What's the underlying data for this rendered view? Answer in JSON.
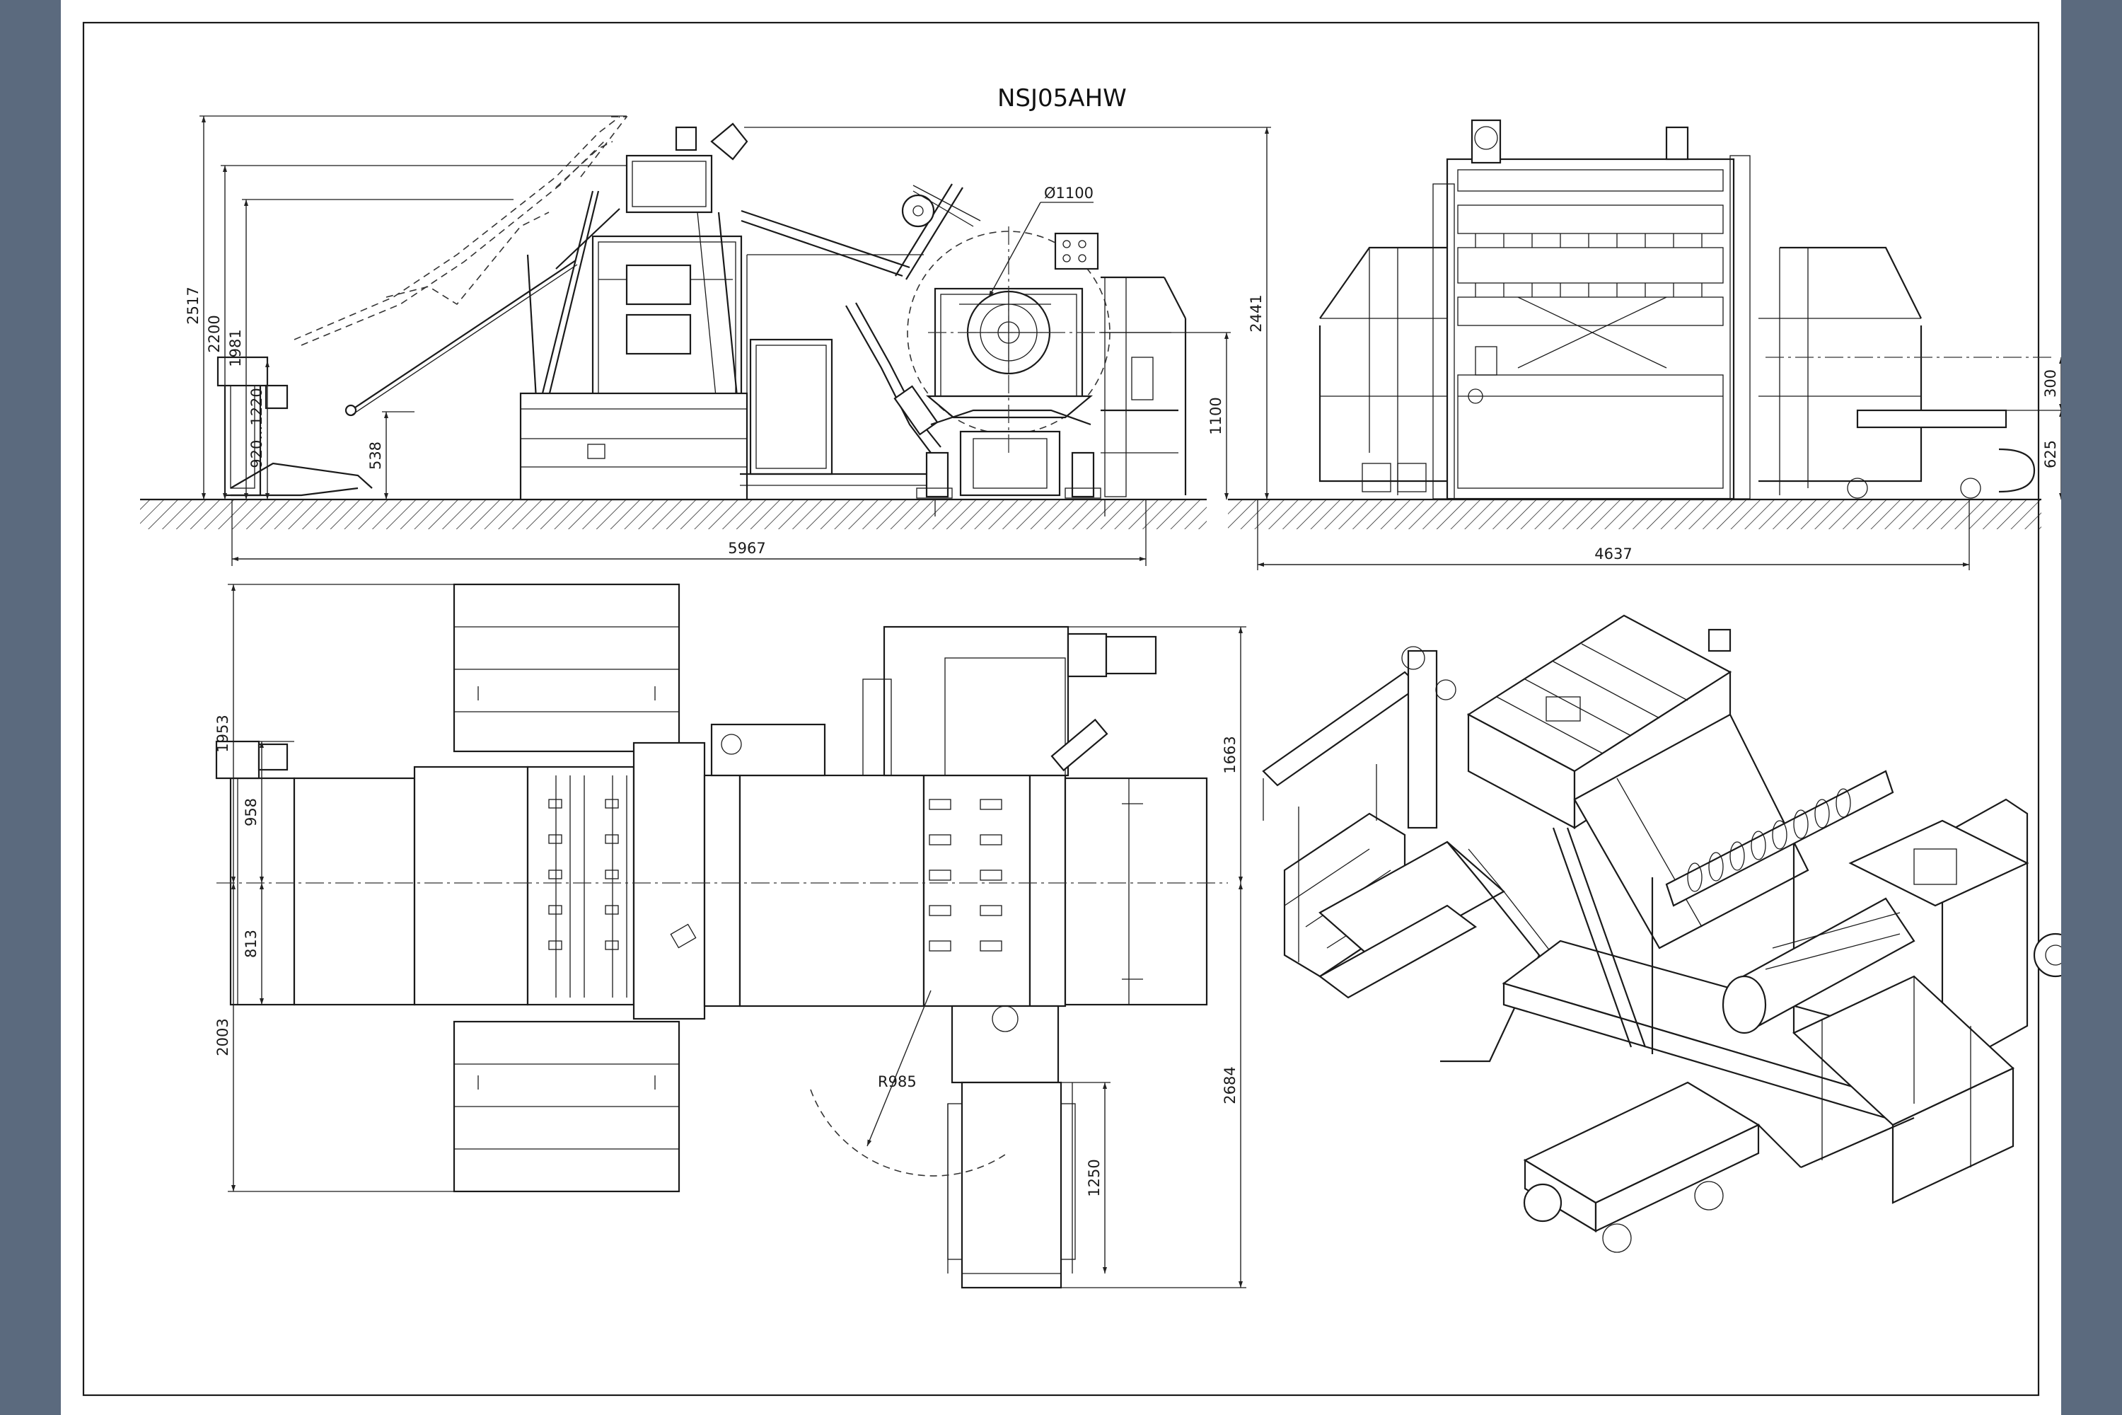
{
  "title": "NSJ05AHW",
  "colors": {
    "background": "#5b6a7e",
    "sheet": "#ffffff",
    "line": "#1a1a1a"
  },
  "dimensions": {
    "side_height_total": "2517",
    "side_height_2": "2200",
    "side_height_3": "1981",
    "side_height_range": "920...1220",
    "side_arm_height": "538",
    "coil_diameter": "Ø1100",
    "right_height": "2441",
    "right_height_lower": "1100",
    "side_length": "5967",
    "front_height_upper": "300",
    "front_height_lower": "625",
    "front_width": "4637",
    "plan_top": "1953",
    "plan_upper_half": "958",
    "plan_lower_half": "813",
    "plan_bottom": "2003",
    "plan_right_upper": "1663",
    "plan_right_lower": "2684",
    "plan_radius": "R985",
    "plan_exit_length": "1250"
  }
}
